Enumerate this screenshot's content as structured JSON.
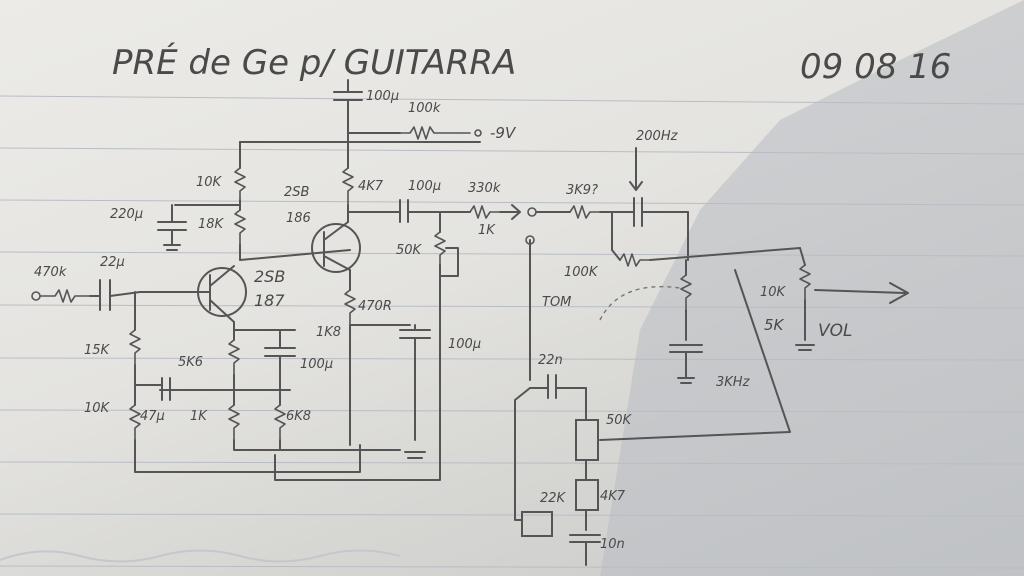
{
  "title": "PRÉ de Ge p/ GUITARRA",
  "date": "09 08 16",
  "colors": {
    "ink": "#555555",
    "paper": "#ebeae6",
    "rule": "#b9bdc4",
    "shadow": "#b8bcc2"
  },
  "labels": {
    "cap_100u_top": "100µ",
    "res_100k_top": "100k",
    "supply": "-9V",
    "res_10k_left": "10K",
    "cap_220u": "220µ",
    "res_18k": "18K",
    "transistor_q2_a": "2SB",
    "transistor_q2_b": "186",
    "res_4k7": "4K7",
    "cap_100u_out": "100µ",
    "res_330k": "330k",
    "res_1k_out": "1K",
    "pot_50k": "50K",
    "res_470k_in": "470k",
    "cap_22u": "22µ",
    "transistor_q1_a": "2SB",
    "transistor_q1_b": "187",
    "res_470r": "470R",
    "res_1k8": "1K8",
    "cap_100u_right": "100µ",
    "res_15k": "15K",
    "res_5k6": "5K6",
    "cap_100u_mid": "100µ",
    "res_10k_bottom": "10K",
    "cap_47u": "47µ",
    "res_1k_bottom": "1K",
    "res_6k8": "6K8",
    "res_3k9": "3K9?",
    "freq_200hz": "200Hz",
    "res_100k_tone": "100K",
    "tone": "TOM",
    "freq_3khz": "3KHz",
    "res_10k_vol": "10K",
    "res_5k_vol": "5K",
    "vol": "VOL",
    "cap_22n": "22n",
    "pot_50k_tone": "50K",
    "res_22k": "22K",
    "res_4k7_tone": "4K7",
    "cap_10n": "10n"
  }
}
